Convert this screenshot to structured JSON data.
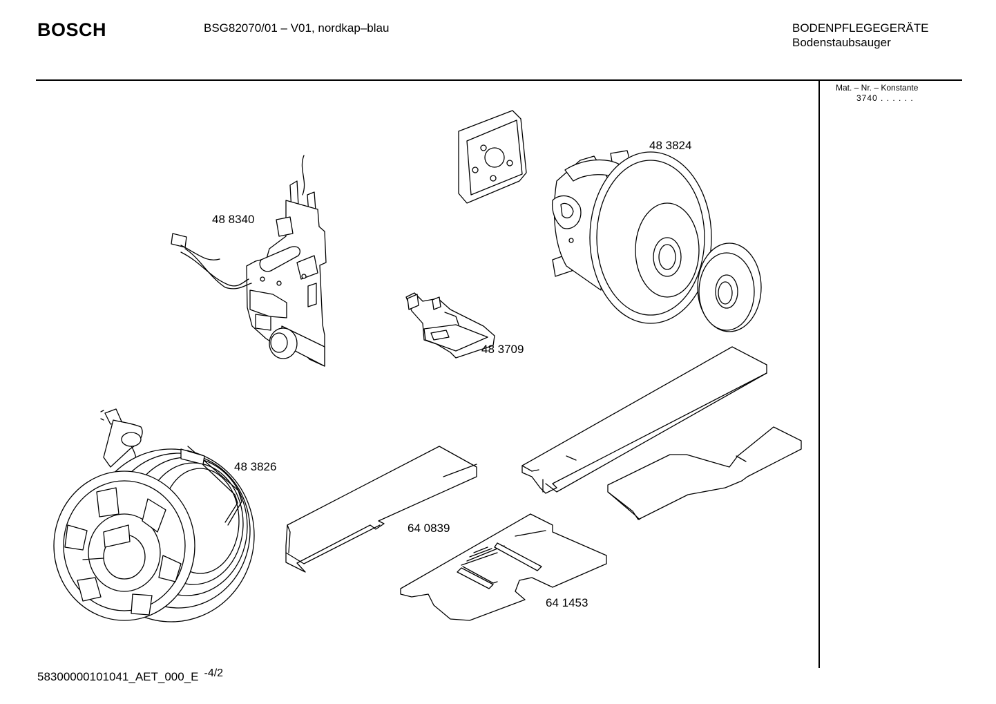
{
  "header": {
    "brand": "BOSCH",
    "model": "BSG82070/01  – V01, nordkap–blau",
    "category": "BODENPFLEGEGERÄTE",
    "subcategory": "Bodenstaubsauger"
  },
  "sidebar": {
    "mat_label": "Mat. – Nr. – Konstante",
    "mat_value": "3740  .  .  .  .  .  ."
  },
  "parts": [
    {
      "number": "48 8340"
    },
    {
      "number": "48 3824"
    },
    {
      "number": "48 3709"
    },
    {
      "number": "48 3826"
    },
    {
      "number": "64 0839"
    },
    {
      "number": "64 1453"
    }
  ],
  "footer": {
    "doc_id": "58300000101041_AET_000_E",
    "page": "-4/2"
  }
}
